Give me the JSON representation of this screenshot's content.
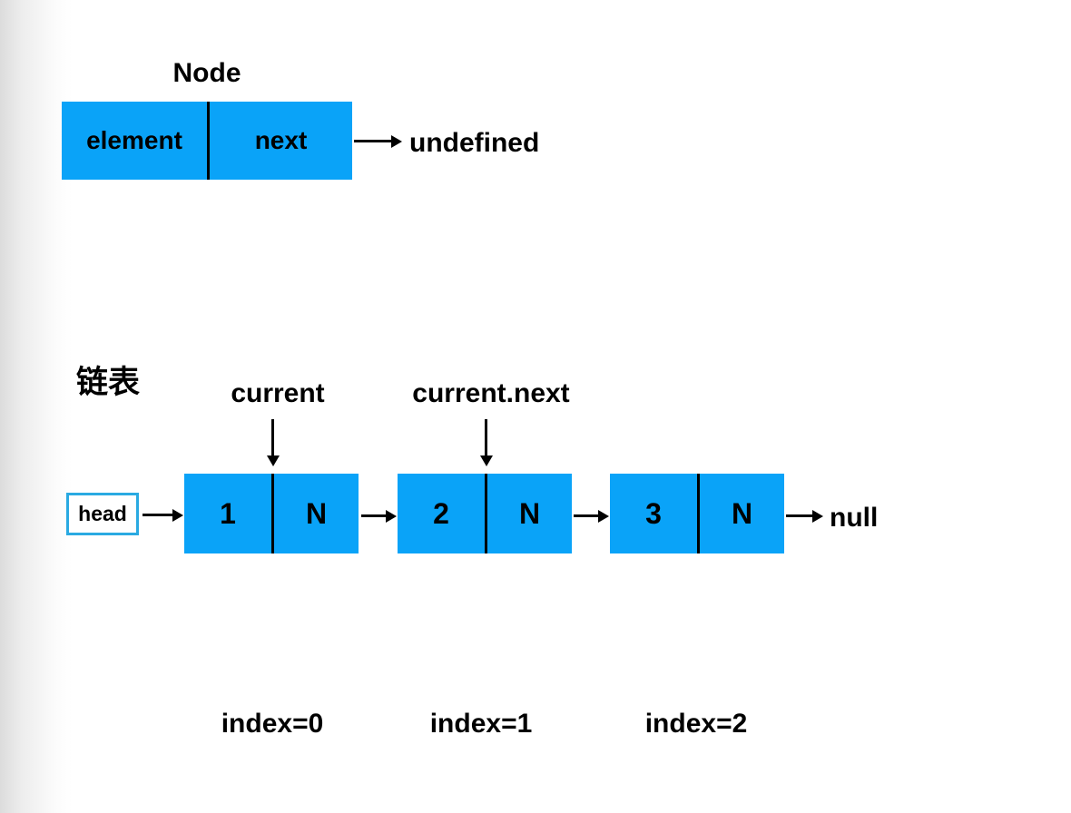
{
  "node_definition": {
    "title": "Node",
    "cells": {
      "element": "element",
      "next": "next"
    },
    "pointer_target": "undefined"
  },
  "linked_list": {
    "section_title": "链表",
    "head_label": "head",
    "current_label": "current",
    "current_next_label": "current.next",
    "tail_target": "null",
    "nodes": [
      {
        "value": "1",
        "next": "N",
        "index_label": "index=0"
      },
      {
        "value": "2",
        "next": "N",
        "index_label": "index=1"
      },
      {
        "value": "3",
        "next": "N",
        "index_label": "index=2"
      }
    ]
  },
  "colors": {
    "node_fill": "#0aa3f8",
    "head_box_border": "#2aaae2",
    "line": "#000000"
  }
}
